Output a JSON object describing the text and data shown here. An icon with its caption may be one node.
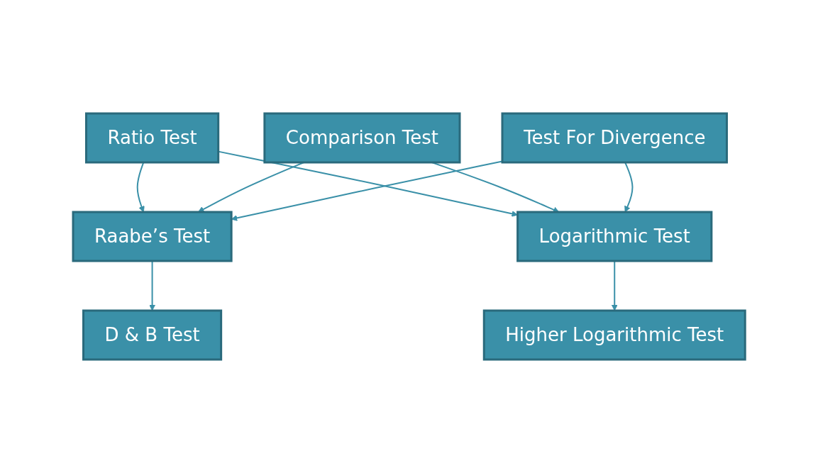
{
  "diagram": {
    "nodes": [
      {
        "text": [
          "Ratio Test"
        ]
      },
      {
        "text": [
          "Comparison Test"
        ]
      },
      {
        "text": [
          "Test For Divergence"
        ]
      },
      {
        "text": [
          "Raabe’s Test"
        ]
      },
      {
        "text": [
          "Logarithmic Test"
        ]
      },
      {
        "text": [
          "D & B Test"
        ]
      },
      {
        "text": [
          "Higher Logarithmic Test"
        ]
      }
    ],
    "edges": [
      {
        "from": 0,
        "to": 3,
        "arrow": "to"
      },
      {
        "from": 0,
        "to": 4,
        "arrow": "to"
      },
      {
        "from": 1,
        "to": 3,
        "arrow": "to"
      },
      {
        "from": 1,
        "to": 4,
        "arrow": "to"
      },
      {
        "from": 2,
        "to": 3,
        "arrow": "to"
      },
      {
        "from": 2,
        "to": 4,
        "arrow": "to"
      },
      {
        "from": 3,
        "to": 5,
        "arrow": "to"
      },
      {
        "from": 4,
        "to": 6,
        "arrow": "to"
      }
    ]
  }
}
